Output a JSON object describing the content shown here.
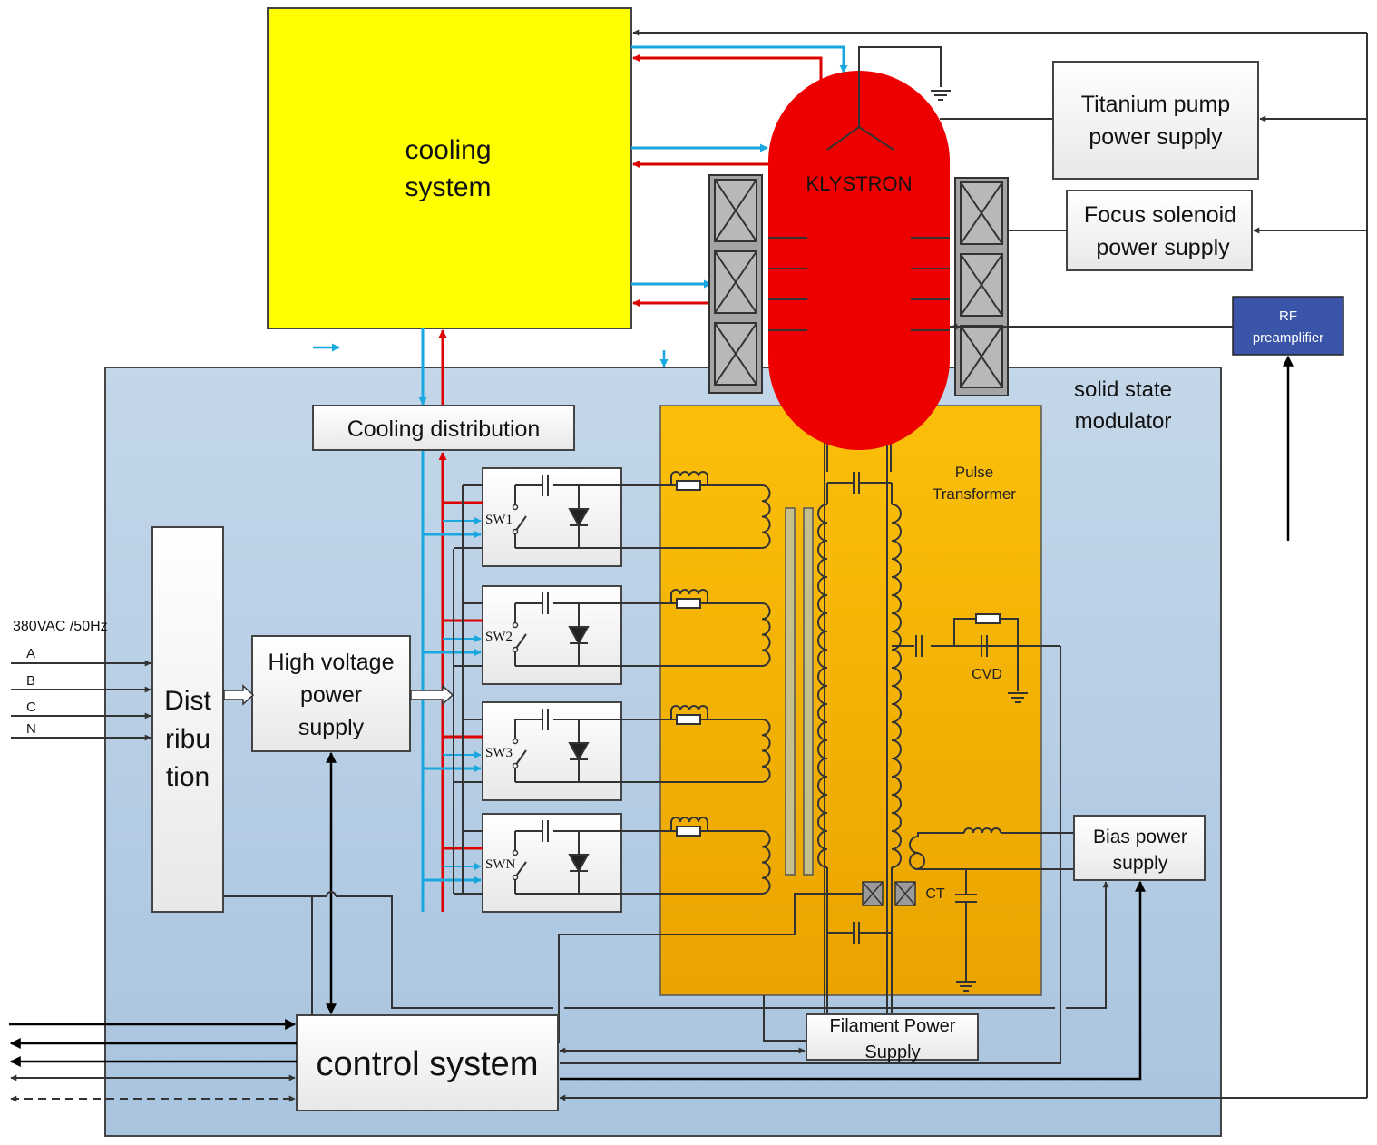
{
  "colors": {
    "cooling": "#ffff00",
    "modulator": "#b6cde3",
    "pulse_transformer": "#f5b400",
    "klystron": "#ee0000",
    "rf_preamp": "#3a55a8",
    "hot_pipe": "#dd0000",
    "cold_pipe": "#19a7e0"
  },
  "labels": {
    "cooling_line1": "cooling",
    "cooling_line2": "system",
    "klystron": "KLYSTRON",
    "titanium_line1": "Titanium pump",
    "titanium_line2": "power supply",
    "focus_line1": "Focus solenoid",
    "focus_line2": "power supply",
    "rf_line1": "RF",
    "rf_line2": "preamplifier",
    "modulator_line1": "solid state",
    "modulator_line2": "modulator",
    "cooling_distribution": "Cooling distribution",
    "pulse_line1": "Pulse",
    "pulse_line2": "Transformer",
    "ac_input": "380VAC /50Hz",
    "phases": [
      "A",
      "B",
      "C",
      "N"
    ],
    "distribution_lines": [
      "Dist",
      "ribu",
      "tion"
    ],
    "hv_lines": [
      "High voltage",
      "power",
      "supply"
    ],
    "switches": [
      "SW1",
      "SW2",
      "SW3",
      "SWN"
    ],
    "cvd": "CVD",
    "ct": "CT",
    "bias_line1": "Bias power",
    "bias_line2": "supply",
    "filament_line1": "Filament Power",
    "filament_line2": "Supply",
    "control": "control system"
  }
}
